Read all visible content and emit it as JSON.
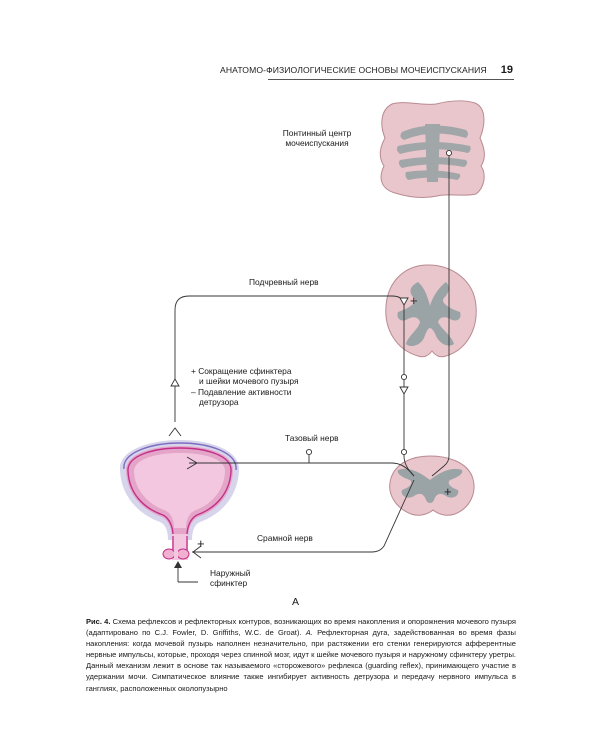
{
  "header": {
    "running_title": "АНАТОМО-ФИЗИОЛОГИЧЕСКИЕ ОСНОВЫ МОЧЕИСПУСКАНИЯ",
    "page_number": "19",
    "bullet_color": "#6db33f"
  },
  "figure": {
    "labels": {
      "pontine_center": [
        "Понтинный центр",
        "мочеиспускания"
      ],
      "hypogastric_nerve": "Подчревный нерв",
      "effects": [
        "+ Сокращение сфинктера",
        "и шейки мочевого пузыря",
        "– Подавление активности",
        "детрузора"
      ],
      "pelvic_nerve": "Тазовый нерв",
      "pudendal_nerve": "Срамной нерв",
      "external_sphincter": [
        "Наружный",
        "сфинктер"
      ],
      "plus_sign": "+",
      "panel_letter": "А"
    },
    "colors": {
      "spinal_section": "#e9c6cb",
      "spinal_outline": "#b98a92",
      "gray_matter": "#9aa3a6",
      "bladder_outer": "#d7d5ec",
      "bladder_wall": "#e4a6c8",
      "bladder_inner": "#f3c7e0",
      "bladder_stroke": "#c2308a",
      "nerve_line": "#333333"
    }
  },
  "caption": {
    "fig_label": "Рис. 4.",
    "text_1": " Схема рефлексов и рефлекторных контуров, возникающих во время накопления и опорожнения мочевого пузыря (адаптировано по C.J. Fowler, D. Griffiths, W.C. de Groat). ",
    "panel_ref": "А.",
    "text_2": " Рефлекторная дуга, задействованная во время фазы накопления: когда мочевой пузырь наполнен незначительно, при растяжении его стенки генерируются афферентные нервные импульсы, которые, проходя через спинной мозг, идут к шейке мочевого пузыря и наружному сфинктеру уретры. Данный механизм лежит в основе так называемого «сторожевого» рефлекса (guarding reflex), принимающего участие в удержании мочи. Симпатическое влияние также ингибирует активность детрузора и передачу нервного импульса в ганглиях, расположенных околопузырно"
  }
}
